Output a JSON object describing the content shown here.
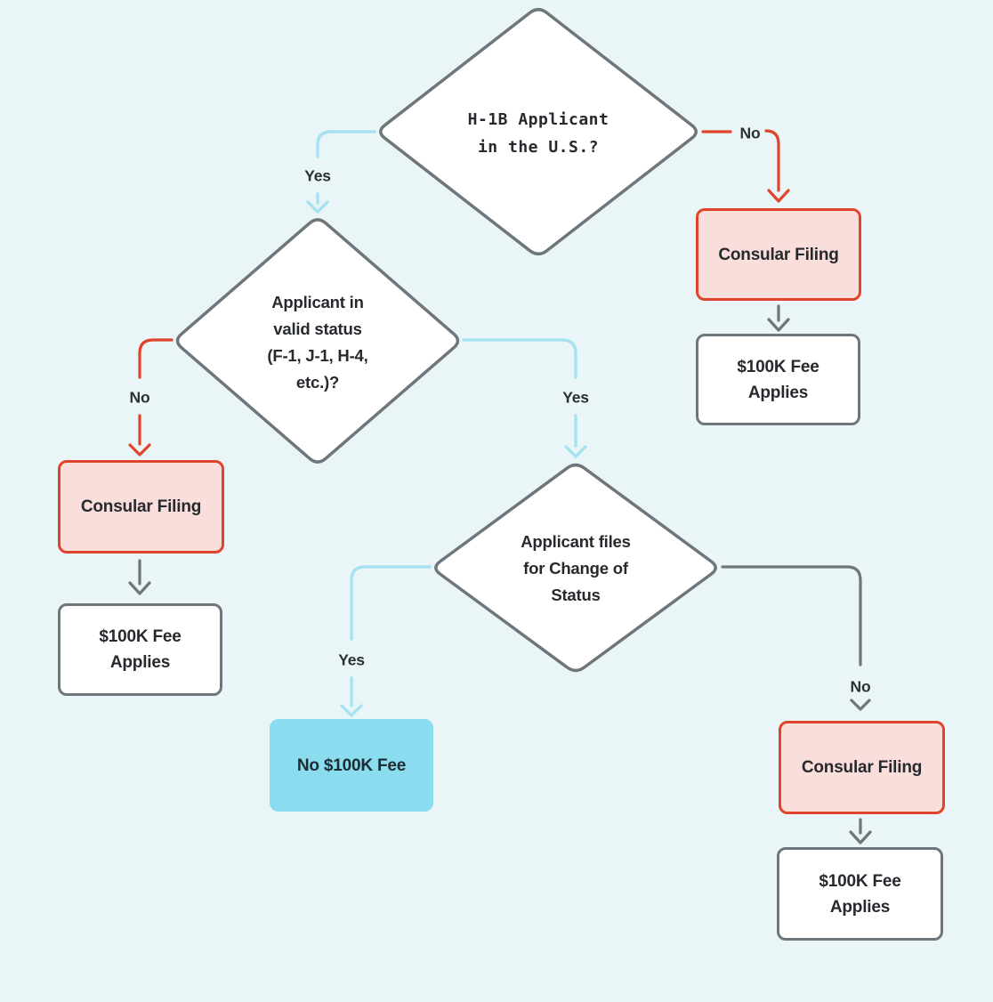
{
  "flowchart": {
    "colors": {
      "background": "#e9f5f7",
      "gray_line": "#6e757b",
      "red_accent": "#e0452c",
      "pink_fill": "#f9dedb",
      "cyan_line": "#a6e3f2",
      "cyan_fill": "#8adcee",
      "decision_fill": "#ffffff",
      "text_dark": "#26292d"
    },
    "nodes": {
      "in_us": {
        "type": "decision",
        "label": "H-1B Applicant\nin the U.S.?"
      },
      "valid_status": {
        "type": "decision",
        "label": "Applicant in\nvalid status\n(F-1, J-1, H-4,\netc.)?"
      },
      "change_of_status": {
        "type": "decision",
        "label": "Applicant files\nfor Change of\nStatus"
      },
      "consular_top": {
        "type": "outcome",
        "label": "Consular Filing"
      },
      "fee_top": {
        "type": "outcome",
        "label": "$100K Fee\nApplies"
      },
      "consular_left": {
        "type": "outcome",
        "label": "Consular Filing"
      },
      "fee_left": {
        "type": "outcome",
        "label": "$100K Fee\nApplies"
      },
      "no_fee": {
        "type": "outcome",
        "label": "No $100K Fee"
      },
      "consular_bottom": {
        "type": "outcome",
        "label": "Consular Filing"
      },
      "fee_bottom": {
        "type": "outcome",
        "label": "$100K Fee\nApplies"
      }
    },
    "edges": [
      {
        "from": "in_us",
        "to": "consular_top",
        "label": "No",
        "color": "#e0452c"
      },
      {
        "from": "in_us",
        "to": "valid_status",
        "label": "Yes",
        "color": "#a6e3f2"
      },
      {
        "from": "valid_status",
        "to": "consular_left",
        "label": "No",
        "color": "#e0452c"
      },
      {
        "from": "valid_status",
        "to": "change_of_status",
        "label": "Yes",
        "color": "#a6e3f2"
      },
      {
        "from": "change_of_status",
        "to": "no_fee",
        "label": "Yes",
        "color": "#a6e3f2"
      },
      {
        "from": "change_of_status",
        "to": "consular_bottom",
        "label": "No",
        "color": "#6e757b"
      },
      {
        "from": "consular_top",
        "to": "fee_top",
        "label": "",
        "color": "#6e757b"
      },
      {
        "from": "consular_left",
        "to": "fee_left",
        "label": "",
        "color": "#6e757b"
      },
      {
        "from": "consular_bottom",
        "to": "fee_bottom",
        "label": "",
        "color": "#6e757b"
      }
    ]
  }
}
